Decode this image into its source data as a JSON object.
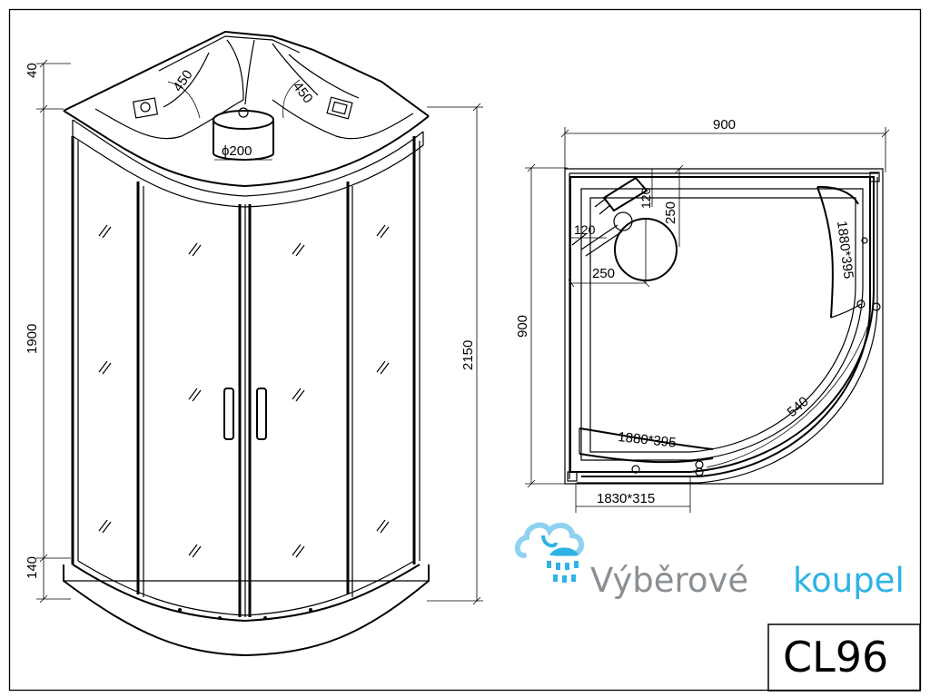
{
  "front_view": {
    "dim_top_tray": "40",
    "dim_height_glass": "1900",
    "dim_base_tray": "140",
    "dim_total_height": "2150",
    "dim_nozzle_left": "450",
    "dim_nozzle_right": "450",
    "dim_overhead": "ϕ200"
  },
  "plan_view": {
    "dim_width": "900",
    "dim_depth": "900",
    "dim_250_vertical": "250",
    "dim_120_vertical": "120",
    "dim_120_horizontal": "120",
    "dim_250_horizontal": "250",
    "dim_side_panel_right": "1880*395",
    "dim_side_panel_bottom": "1880*395",
    "dim_curve": "540",
    "dim_door": "1830*315"
  },
  "brand": {
    "name_part1": "Výběrové",
    "name_part2": "koupel",
    "logo_icon": "cloud-shower-icon",
    "colors": {
      "icon_light": "#8fd1f0",
      "icon_dark": "#2fb2e6",
      "text_gray": "#8a8f93"
    }
  },
  "model": {
    "label": "CL96"
  }
}
